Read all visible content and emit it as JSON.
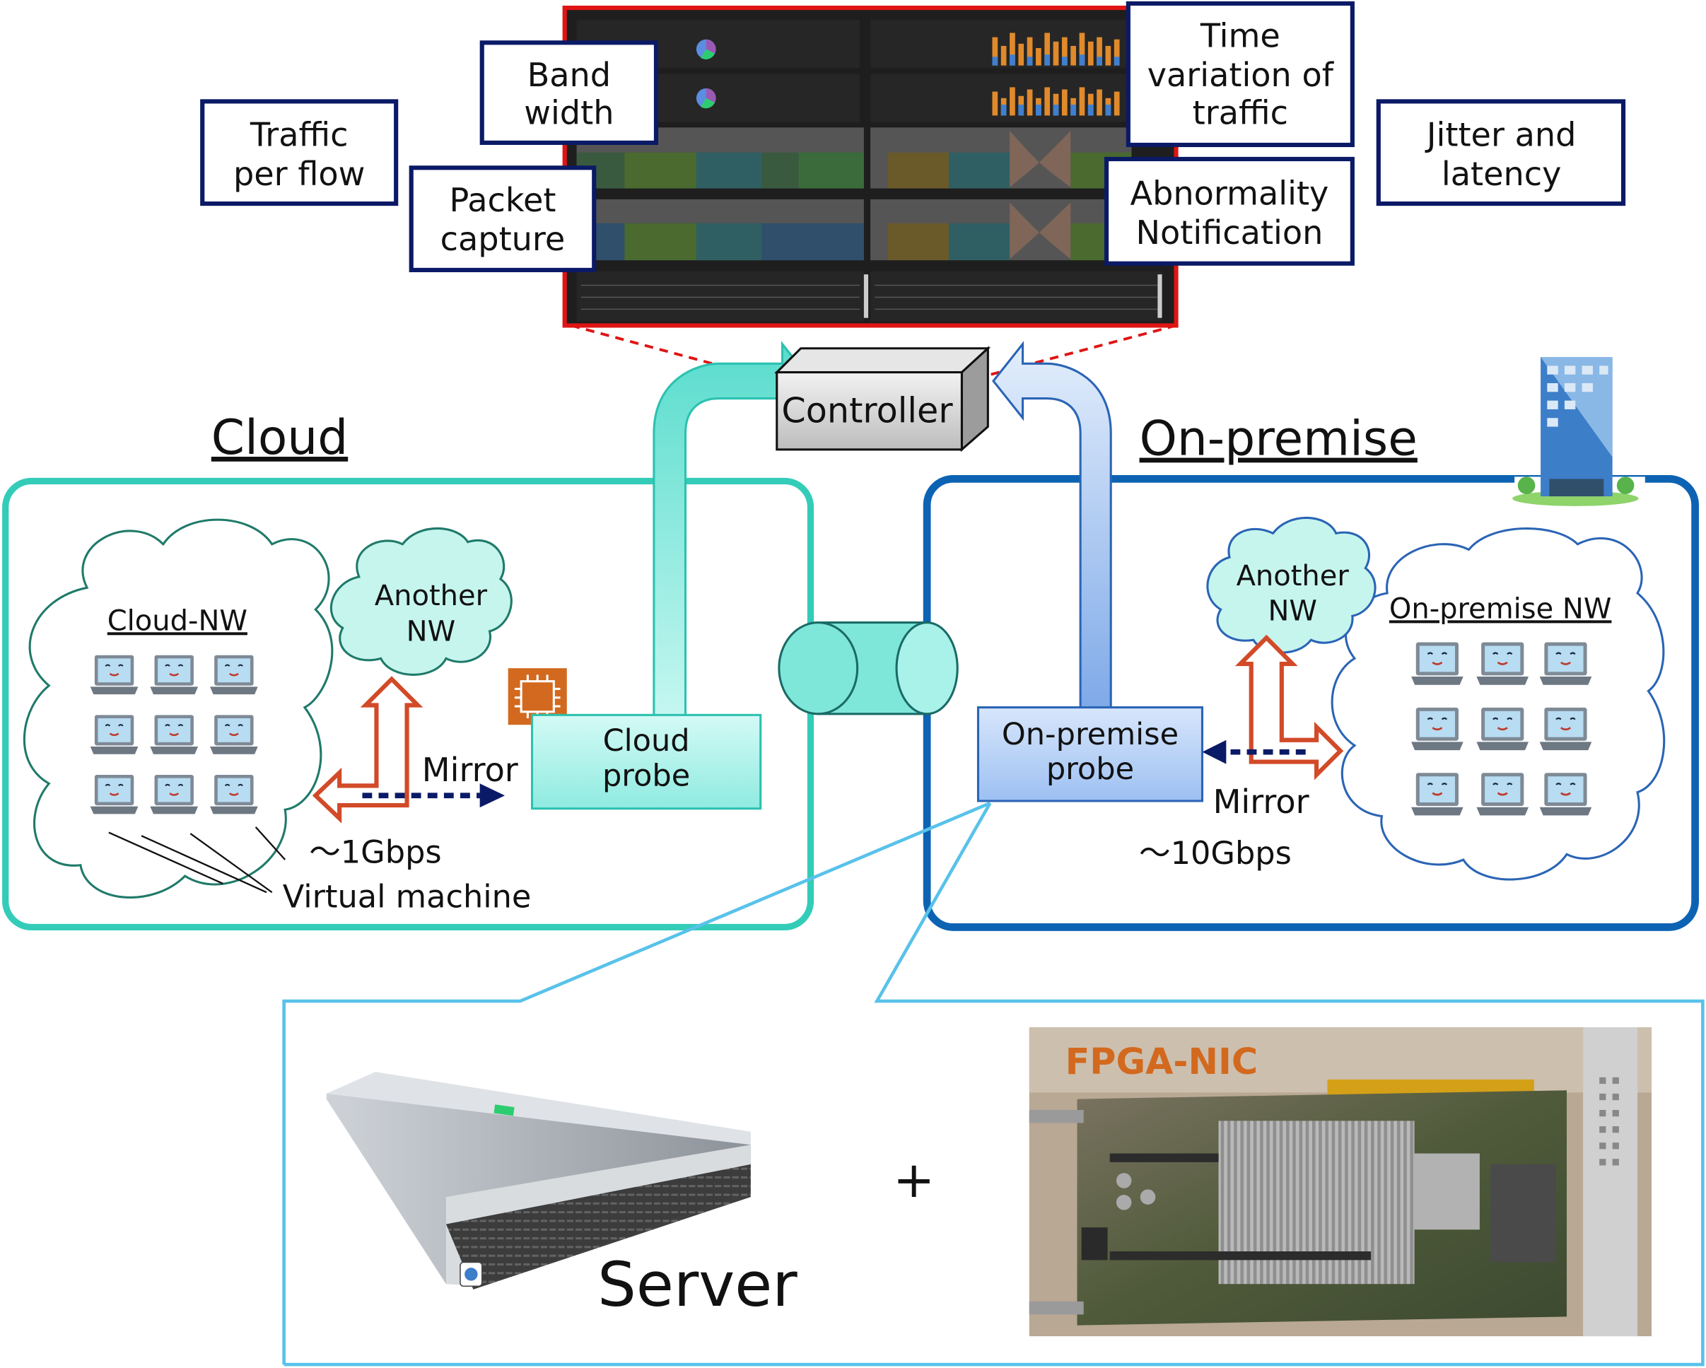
{
  "colors": {
    "cloud_border": "#33ccb8",
    "onprem_border": "#0d63b3",
    "label_box_border": "#0b1a66",
    "dashboard_frame": "#e01414",
    "mirror_arrow": "#d24a28",
    "mirror_dotted": "#0b1a66",
    "cloud_probe_fill": "#9ff0e8",
    "onprem_probe_fill": "#a9c9f5",
    "fpga_label": "#d2691e",
    "detail_box": "#58c2ea"
  },
  "dashboard": {
    "feature_labels": {
      "traffic_per_flow": [
        "Traffic",
        "per flow"
      ],
      "band_width": [
        "Band",
        "width"
      ],
      "packet_capture": [
        "Packet",
        "capture"
      ],
      "time_variation": [
        "Time",
        "variation of",
        "traffic"
      ],
      "abnormality": [
        "Abnormality",
        "Notification"
      ],
      "jitter": [
        "Jitter and",
        "latency"
      ]
    }
  },
  "controller": {
    "label": "Controller"
  },
  "cloud": {
    "title": "Cloud",
    "network_label": "Cloud-NW",
    "another_nw": [
      "Another",
      "NW"
    ],
    "mirror_label": "Mirror",
    "speed_label": "～1Gbps",
    "vm_label": "Virtual machine",
    "probe_label": [
      "Cloud",
      "probe"
    ],
    "chip_icon": "chip-icon"
  },
  "onprem": {
    "title": "On-premise",
    "network_label": "On-premise NW",
    "another_nw": [
      "Another",
      "NW"
    ],
    "mirror_label": "Mirror",
    "speed_label": "～10Gbps",
    "probe_label": [
      "On-premise",
      "probe"
    ],
    "building_icon": "office-building-icon"
  },
  "hardware": {
    "server_label": "Server",
    "plus": "+",
    "fpga_label": "FPGA-NIC"
  }
}
